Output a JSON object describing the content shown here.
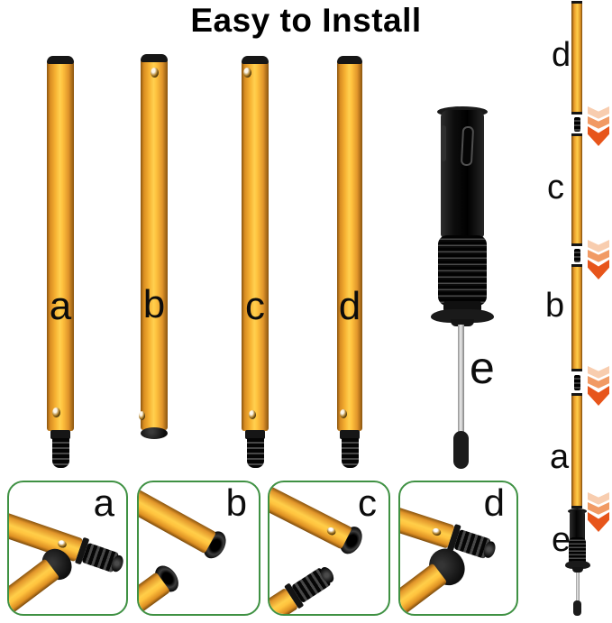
{
  "title": "Easy to Install",
  "poles": [
    {
      "id": "a",
      "label": "a"
    },
    {
      "id": "b",
      "label": "b"
    },
    {
      "id": "c",
      "label": "c"
    },
    {
      "id": "d",
      "label": "d"
    }
  ],
  "handle": {
    "id": "e",
    "label": "e"
  },
  "assembled": {
    "sections": [
      {
        "label": "d"
      },
      {
        "label": "c"
      },
      {
        "label": "b"
      },
      {
        "label": "a"
      },
      {
        "label": "e"
      }
    ]
  },
  "detail_boxes": [
    {
      "label": "a"
    },
    {
      "label": "b"
    },
    {
      "label": "c"
    },
    {
      "label": "d"
    }
  ],
  "colors": {
    "pole_yellow": "#FFC33E",
    "pole_edge_dark": "#8A5510",
    "arrow_light": "#F8CDAF",
    "arrow_mid": "#F19A64",
    "arrow_dark": "#E7551B",
    "box_border_green": "#3F9143",
    "black_parts": "#141414",
    "background": "#FFFFFF"
  }
}
